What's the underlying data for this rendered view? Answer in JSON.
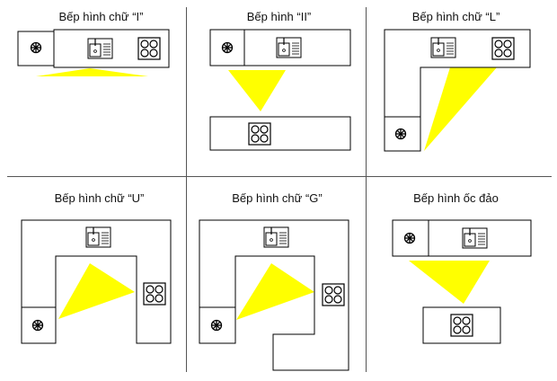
{
  "layouts": [
    {
      "id": "i-shape",
      "title": "Bếp hình chữ “I”"
    },
    {
      "id": "ii-shape",
      "title": "Bếp hình “II”"
    },
    {
      "id": "l-shape",
      "title": "Bếp hình chữ “L”"
    },
    {
      "id": "u-shape",
      "title": "Bếp hình chữ “U”"
    },
    {
      "id": "g-shape",
      "title": "Bếp hình chữ “G”"
    },
    {
      "id": "island",
      "title": "Bếp hình ốc đảo"
    }
  ],
  "colors": {
    "work_triangle": "#ffff00",
    "outline": "#000000",
    "divider": "#555555"
  },
  "icons": [
    "fridge-icon",
    "sink-icon",
    "stove-icon"
  ]
}
